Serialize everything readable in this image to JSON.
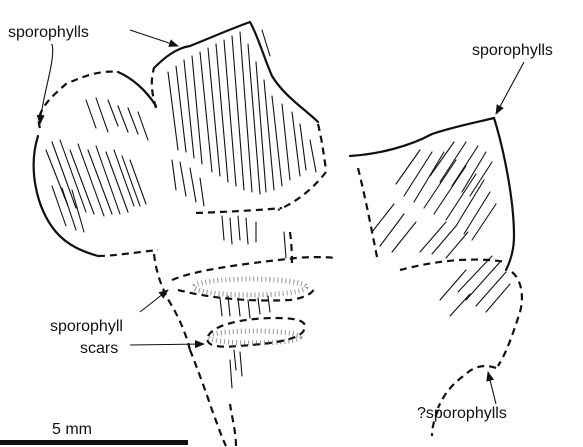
{
  "labels": {
    "sporophylls_top_left": "sporophylls",
    "sporophylls_right": "sporophylls",
    "sporophyll_scars_line1": "sporophyll",
    "sporophyll_scars_line2": "scars",
    "query_sporophylls": "?sporophylls",
    "scale": "5 mm"
  },
  "colors": {
    "ink": "#111111",
    "background": "#ffffff"
  }
}
